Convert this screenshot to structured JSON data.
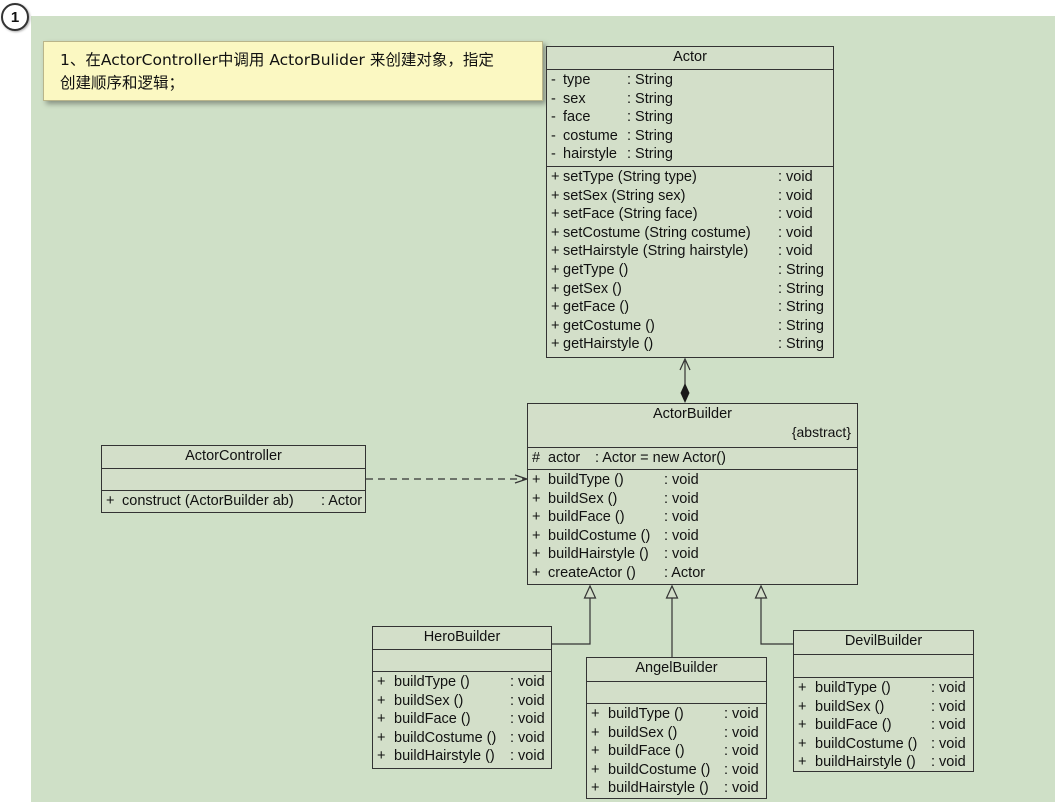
{
  "badge": "1",
  "note": {
    "line1": "1、在ActorController中调用 ActorBulider 来创建对象，指定",
    "line2": "创建顺序和逻辑；"
  },
  "classes": {
    "actor": {
      "name": "Actor",
      "attributes": [
        {
          "vis": "-",
          "name": "type",
          "type": ": String"
        },
        {
          "vis": "-",
          "name": "sex",
          "type": ": String"
        },
        {
          "vis": "-",
          "name": "face",
          "type": ": String"
        },
        {
          "vis": "-",
          "name": "costume",
          "type": ": String"
        },
        {
          "vis": "-",
          "name": "hairstyle",
          "type": ": String"
        }
      ],
      "operations": [
        {
          "vis": "+",
          "name": "setType (String type)",
          "type": ": void"
        },
        {
          "vis": "+",
          "name": "setSex (String sex)",
          "type": ": void"
        },
        {
          "vis": "+",
          "name": "setFace (String face)",
          "type": ": void"
        },
        {
          "vis": "+",
          "name": "setCostume (String costume)",
          "type": ": void"
        },
        {
          "vis": "+",
          "name": "setHairstyle (String hairstyle)",
          "type": ": void"
        },
        {
          "vis": "+",
          "name": "getType ()",
          "type": ": String"
        },
        {
          "vis": "+",
          "name": "getSex ()",
          "type": ": String"
        },
        {
          "vis": "+",
          "name": "getFace ()",
          "type": ": String"
        },
        {
          "vis": "+",
          "name": "getCostume ()",
          "type": ": String"
        },
        {
          "vis": "+",
          "name": "getHairstyle ()",
          "type": ": String"
        }
      ]
    },
    "actor_builder": {
      "name": "ActorBuilder",
      "stereotype": "{abstract}",
      "attributes": [
        {
          "vis": "#",
          "name": "actor",
          "type": ": Actor  = new Actor()"
        }
      ],
      "operations": [
        {
          "vis": "+",
          "name": "buildType ()",
          "type": ": void"
        },
        {
          "vis": "+",
          "name": "buildSex ()",
          "type": ": void"
        },
        {
          "vis": "+",
          "name": "buildFace ()",
          "type": ": void"
        },
        {
          "vis": "+",
          "name": "buildCostume ()",
          "type": ": void"
        },
        {
          "vis": "+",
          "name": "buildHairstyle ()",
          "type": ": void"
        },
        {
          "vis": "+",
          "name": "createActor ()",
          "type": ": Actor"
        }
      ]
    },
    "actor_controller": {
      "name": "ActorController",
      "attributes": [],
      "operations": [
        {
          "vis": "+",
          "name": "construct (ActorBuilder ab)",
          "type": ": Actor"
        }
      ]
    },
    "hero_builder": {
      "name": "HeroBuilder",
      "attributes": [],
      "operations": [
        {
          "vis": "+",
          "name": "buildType ()",
          "type": ": void"
        },
        {
          "vis": "+",
          "name": "buildSex ()",
          "type": ": void"
        },
        {
          "vis": "+",
          "name": "buildFace ()",
          "type": ": void"
        },
        {
          "vis": "+",
          "name": "buildCostume ()",
          "type": ": void"
        },
        {
          "vis": "+",
          "name": "buildHairstyle ()",
          "type": ": void"
        }
      ]
    },
    "angel_builder": {
      "name": "AngelBuilder",
      "attributes": [],
      "operations": [
        {
          "vis": "+",
          "name": "buildType ()",
          "type": ": void"
        },
        {
          "vis": "+",
          "name": "buildSex ()",
          "type": ": void"
        },
        {
          "vis": "+",
          "name": "buildFace ()",
          "type": ": void"
        },
        {
          "vis": "+",
          "name": "buildCostume ()",
          "type": ": void"
        },
        {
          "vis": "+",
          "name": "buildHairstyle ()",
          "type": ": void"
        }
      ]
    },
    "devil_builder": {
      "name": "DevilBuilder",
      "attributes": [],
      "operations": [
        {
          "vis": "+",
          "name": "buildType ()",
          "type": ": void"
        },
        {
          "vis": "+",
          "name": "buildSex ()",
          "type": ": void"
        },
        {
          "vis": "+",
          "name": "buildFace ()",
          "type": ": void"
        },
        {
          "vis": "+",
          "name": "buildCostume ()",
          "type": ": void"
        },
        {
          "vis": "+",
          "name": "buildHairstyle ()",
          "type": ": void"
        }
      ]
    }
  },
  "colors": {
    "background": "#cfe0c7",
    "class_fill": "#d3dfc9",
    "note_fill": "#fbf8c2",
    "line": "#333333"
  }
}
